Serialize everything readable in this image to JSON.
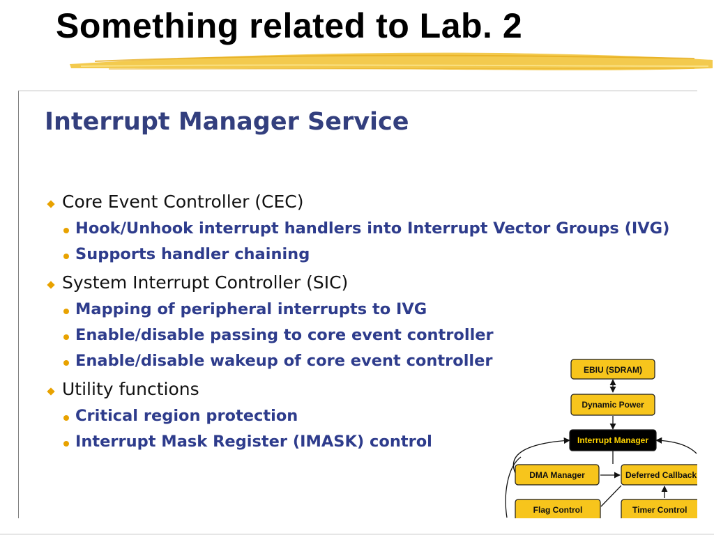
{
  "slide": {
    "title": "Something related to Lab. 2"
  },
  "embedded_slide": {
    "title": "Interrupt Manager Service",
    "bullets": [
      {
        "label": "Core Event Controller (CEC)",
        "subitems": [
          "Hook/Unhook interrupt handlers into Interrupt Vector Groups (IVG)",
          "Supports handler chaining"
        ]
      },
      {
        "label": "System Interrupt Controller (SIC)",
        "subitems": [
          "Mapping of peripheral interrupts to IVG",
          "Enable/disable passing to core event controller",
          "Enable/disable wakeup of core event controller"
        ]
      },
      {
        "label": "Utility functions",
        "subitems": [
          "Critical region protection",
          "Interrupt Mask Register (IMASK) control"
        ]
      }
    ],
    "diagram": {
      "nodes": {
        "ebiu": "EBIU (SDRAM)",
        "dynamic_power": "Dynamic Power",
        "interrupt_manager": "Interrupt Manager",
        "dma_manager": "DMA Manager",
        "deferred_callback": "Deferred Callback",
        "flag_control": "Flag Control",
        "timer_control": "Timer Control"
      }
    }
  },
  "colors": {
    "title_text": "#000000",
    "brush_stroke": "#f2c744",
    "inner_title": "#333f7e",
    "level1_text": "#111111",
    "level2_text": "#2e3c8c",
    "bullet_marker": "#e8a200",
    "node_fill": "#f7c51c",
    "node_highlight_fill": "#000000",
    "node_highlight_text": "#ffd400"
  }
}
